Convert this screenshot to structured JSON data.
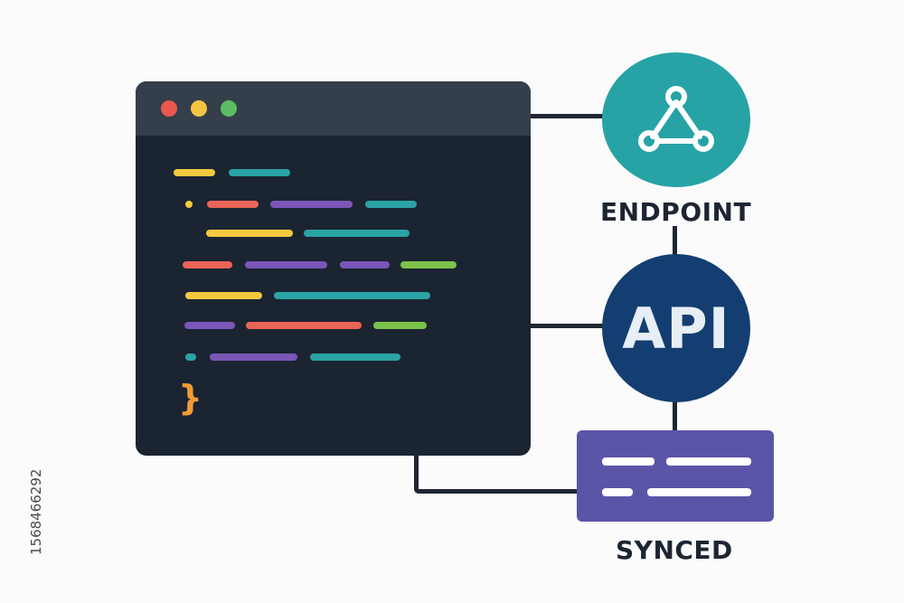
{
  "labels": {
    "endpoint": "ENDPOINT",
    "api": "API",
    "synced": "SYNCED"
  },
  "watermark_id": "1568466292",
  "colors": {
    "background": "#fbfbfb",
    "editor_body": "#1b2431",
    "editor_titlebar": "#353f4b",
    "window_dot_red": "#e9584f",
    "window_dot_yellow": "#f4c542",
    "window_dot_green": "#5cbd63",
    "endpoint_circle": "#27a3a5",
    "api_circle": "#143e71",
    "synced_panel": "#5b55a7",
    "connector": "#1f2632",
    "code_yellow": "#f4c93e",
    "code_teal": "#2aa3a5",
    "code_red": "#ea6457",
    "code_purple": "#7a56b8",
    "code_green": "#7cc24a",
    "brace": "#f49a36"
  },
  "icons": {
    "endpoint": "graph-node-icon",
    "editor_closing": "closing-brace-icon"
  }
}
